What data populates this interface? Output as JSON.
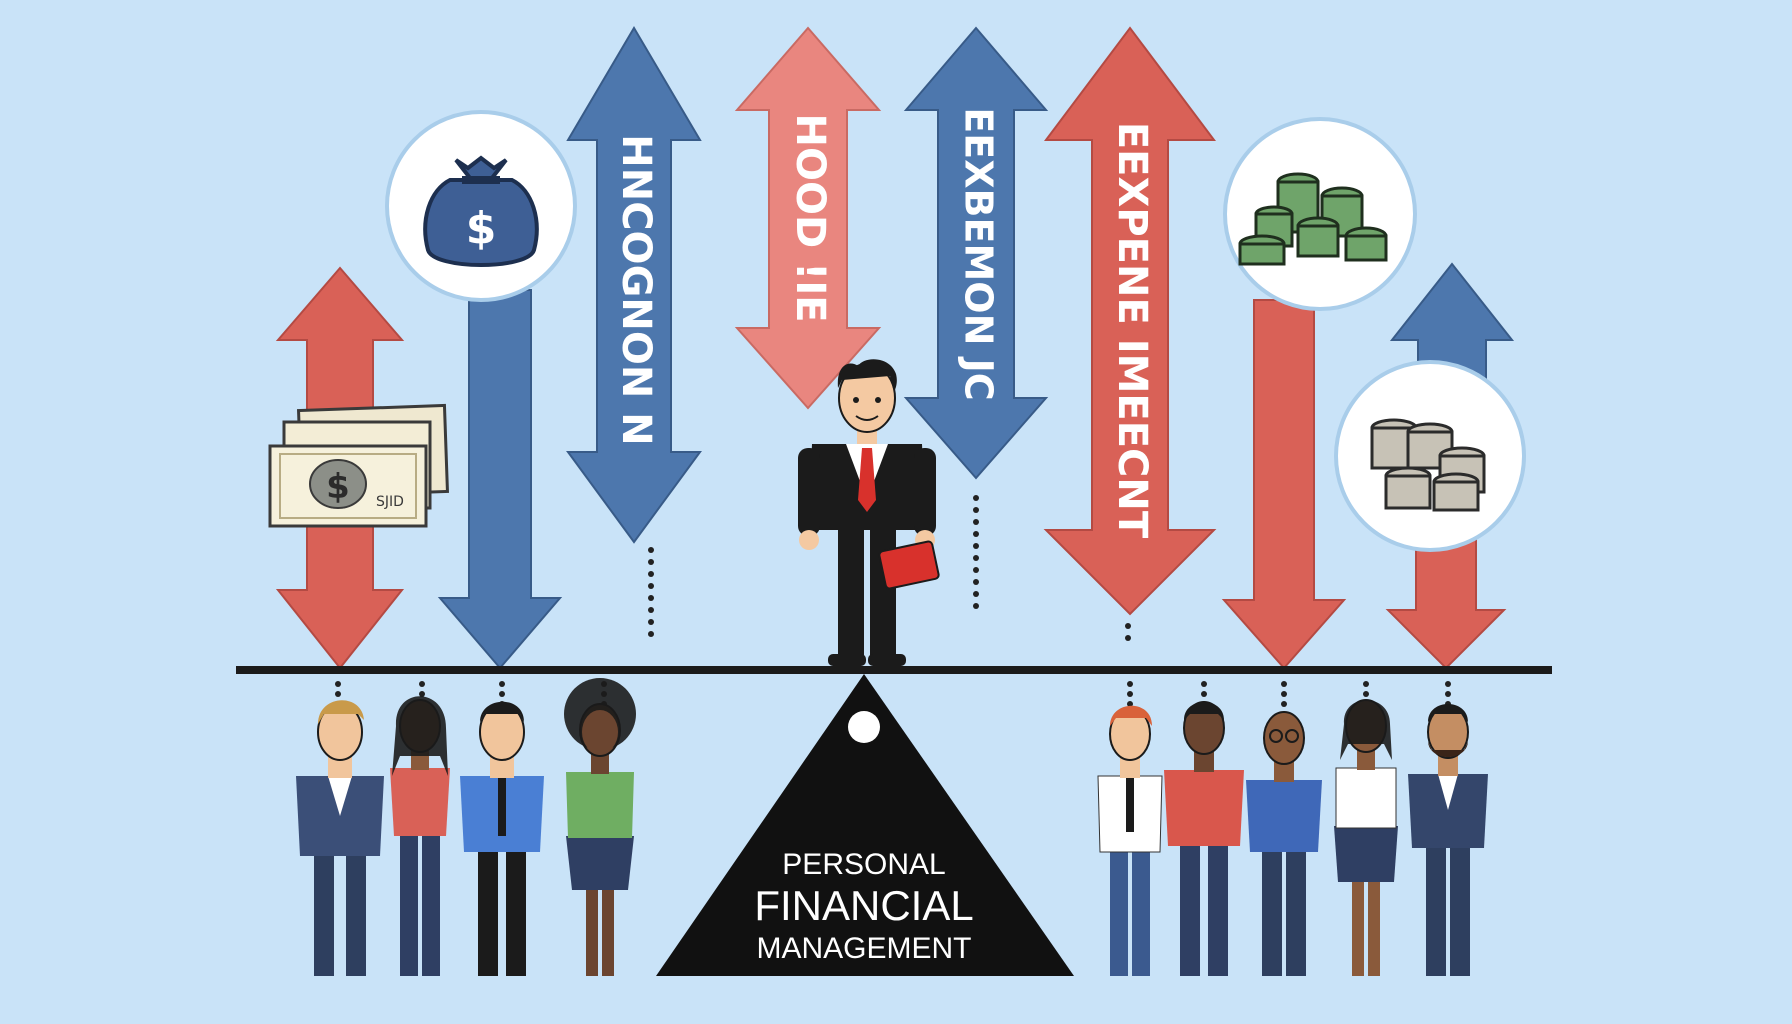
{
  "colors": {
    "background": "#c9e3f8",
    "arrow_red": "#d96157",
    "arrow_salmon": "#e9867f",
    "arrow_blue": "#4d77ad",
    "arrow_text_blue": "#ffffff",
    "arrow_text_red": "#ffffff",
    "beam": "#1b1b1b",
    "fulcrum": "#111111",
    "fulcrum_text": "#ffffff"
  },
  "arrows": [
    {
      "id": "arrow-1",
      "color": "red",
      "label": ""
    },
    {
      "id": "arrow-2",
      "color": "blue",
      "label": ""
    },
    {
      "id": "arrow-3",
      "color": "blue",
      "label": "HNCOGNON N"
    },
    {
      "id": "arrow-4",
      "color": "salmon",
      "label": "HOOD !IE"
    },
    {
      "id": "arrow-5",
      "color": "blue",
      "label": "EEXBEMON JC"
    },
    {
      "id": "arrow-6",
      "color": "red",
      "label": "EEXPENE IMEECNT"
    },
    {
      "id": "arrow-7",
      "color": "red",
      "label": ""
    },
    {
      "id": "arrow-8",
      "color": "blue",
      "label": ""
    }
  ],
  "icons": {
    "money_bag": {
      "name": "money-bag-icon",
      "symbol": "$"
    },
    "banknotes": {
      "name": "banknotes-icon",
      "symbol": "$",
      "note_text": "SJID"
    },
    "cash_stacks": {
      "name": "cash-stacks-icon"
    },
    "coin_stacks": {
      "name": "coin-stacks-icon"
    }
  },
  "fulcrum": {
    "line1": "PERSONAL",
    "line2": "FINANCIAL",
    "line3": "MANAGEMENT"
  },
  "people": {
    "left_group_count": 4,
    "right_group_count": 5,
    "center": "businessman"
  }
}
